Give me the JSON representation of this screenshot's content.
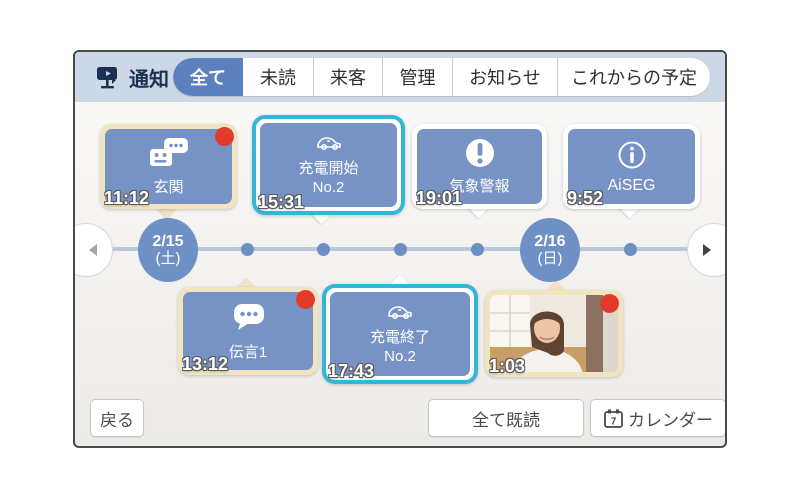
{
  "header": {
    "title": "通知",
    "tabs": [
      {
        "label": "全て",
        "selected": true
      },
      {
        "label": "未読",
        "selected": false
      },
      {
        "label": "来客",
        "selected": false
      },
      {
        "label": "管理",
        "selected": false
      },
      {
        "label": "お知らせ",
        "selected": false
      },
      {
        "label": "これからの予定",
        "selected": false
      }
    ]
  },
  "timeline": {
    "day1": {
      "date": "2/15",
      "weekday": "(土)"
    },
    "day2": {
      "date": "2/16",
      "weekday": "(日)"
    }
  },
  "notifications": [
    {
      "label": "玄関",
      "time": "11:12",
      "icon": "intercom-icon",
      "unread": true,
      "frame": "cream"
    },
    {
      "label": "充電開始",
      "sublabel": "No.2",
      "time": "15:31",
      "icon": "ev-car-icon",
      "highlighted": true
    },
    {
      "label": "気象警報",
      "time": "19:01",
      "icon": "alert-icon"
    },
    {
      "label": "AiSEG",
      "time": "9:52",
      "icon": "info-icon"
    },
    {
      "label": "伝言1",
      "time": "13:12",
      "icon": "message-icon",
      "unread": true,
      "frame": "cream"
    },
    {
      "label": "充電終了",
      "sublabel": "No.2",
      "time": "17:43",
      "icon": "ev-car-icon",
      "highlighted": true
    },
    {
      "time": "1:03",
      "icon": "camera-snapshot",
      "unread": true,
      "frame": "cream"
    }
  ],
  "footer": {
    "back": "戻る",
    "mark_all_read": "全て既読",
    "calendar": "カレンダー"
  },
  "colors": {
    "header_bg": "#cdd8e6",
    "tab_selected": "#5b80bd",
    "bubble_blue": "#7793c6",
    "cream_frame": "#f0e5c0",
    "highlight_cyan": "#35b6d9",
    "unread_red": "#e23b2e",
    "timeline_line": "#b9c7d9",
    "timeline_dot": "#6d8fc5"
  }
}
